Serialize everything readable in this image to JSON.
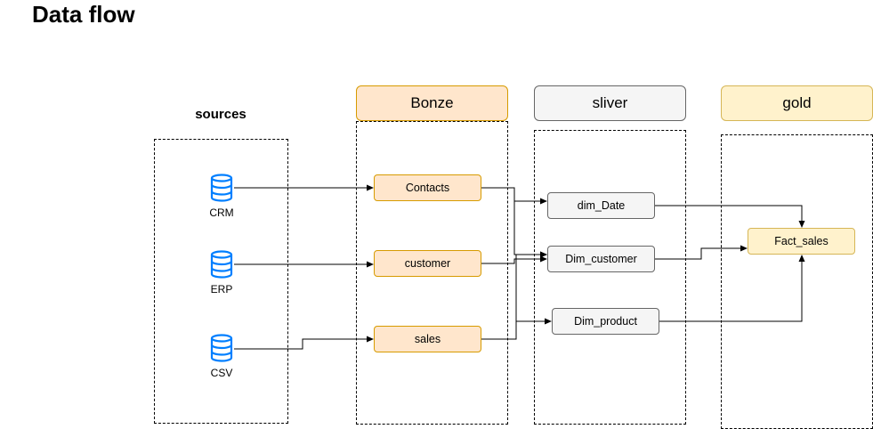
{
  "title": "Data flow",
  "sources": {
    "label": "sources",
    "items": [
      {
        "label": "CRM",
        "icon": "database-icon"
      },
      {
        "label": "ERP",
        "icon": "database-icon"
      },
      {
        "label": "CSV",
        "icon": "database-icon"
      }
    ]
  },
  "layers": {
    "bronze": {
      "label": "Bonze",
      "nodes": [
        "Contacts",
        "customer",
        "sales"
      ]
    },
    "silver": {
      "label": "sliver",
      "nodes": [
        "dim_Date",
        "Dim_customer",
        "Dim_product"
      ]
    },
    "gold": {
      "label": "gold",
      "nodes": [
        "Fact_sales"
      ]
    }
  },
  "colors": {
    "bronze_fill": "#ffe6cc",
    "bronze_stroke": "#d79b00",
    "silver_fill": "#f5f5f5",
    "silver_stroke": "#666666",
    "gold_fill": "#fff2cc",
    "gold_stroke": "#d6b656",
    "icon": "#007fff"
  }
}
